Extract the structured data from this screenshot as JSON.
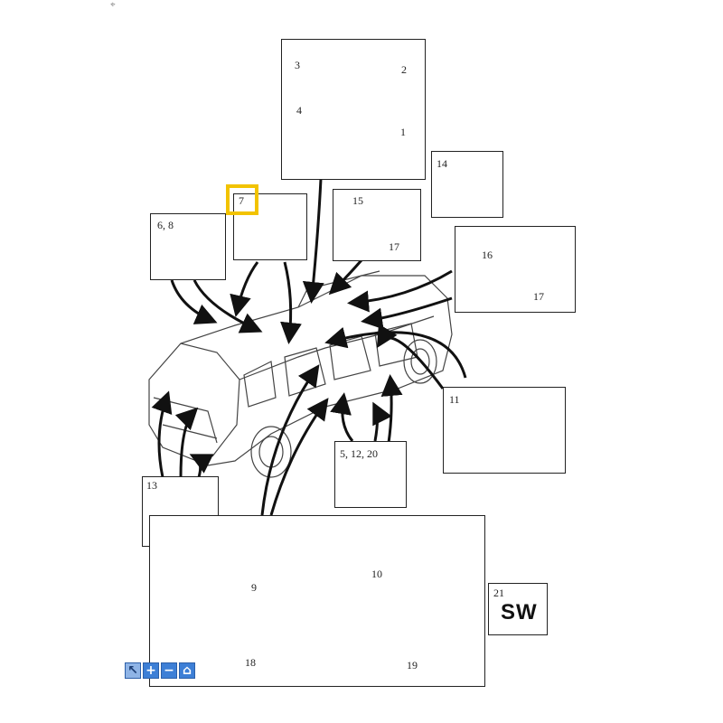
{
  "diagram": {
    "callouts": {
      "c1": "1",
      "c2": "2",
      "c3": "3",
      "c4": "4",
      "c6_8": "6, 8",
      "c7": "7",
      "c14": "14",
      "c15": "15",
      "c16": "16",
      "c17a": "17",
      "c17b": "17",
      "c11": "11",
      "c5_12_20": "5, 12, 20",
      "c13": "13",
      "c9": "9",
      "c10": "10",
      "c18": "18",
      "c19": "19",
      "c21": "21"
    },
    "sw_label": "SW",
    "highlight_color": "#f2c300"
  },
  "toolbar": {
    "buttons": [
      {
        "name": "select-tool-button",
        "icon": "cursor-icon",
        "glyph": "↖"
      },
      {
        "name": "zoom-in-button",
        "icon": "plus-icon",
        "glyph": "+"
      },
      {
        "name": "zoom-out-button",
        "icon": "minus-icon",
        "glyph": "−"
      },
      {
        "name": "home-button",
        "icon": "home-icon",
        "glyph": "⌂"
      }
    ]
  }
}
